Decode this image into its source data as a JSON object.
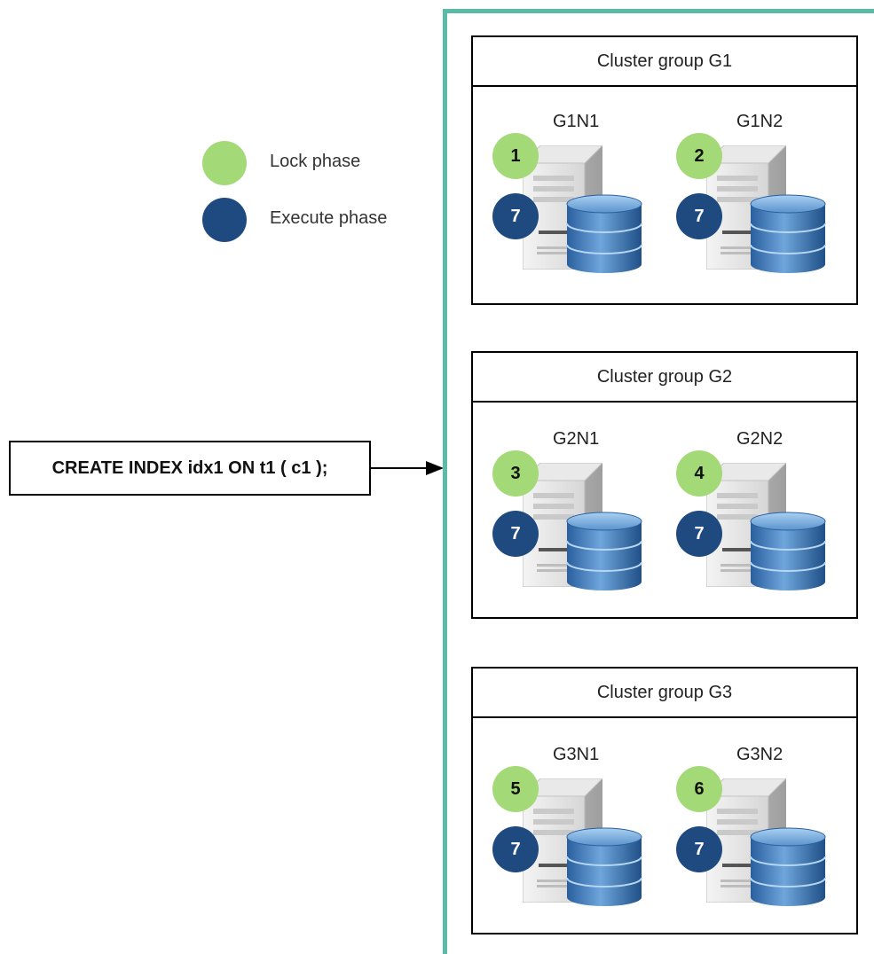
{
  "legend": {
    "items": [
      {
        "label": "Lock phase",
        "color": "#a3d977"
      },
      {
        "label": "Execute phase",
        "color": "#1e4a80"
      }
    ]
  },
  "command": {
    "text": "CREATE INDEX idx1 ON t1 ( c1 );"
  },
  "colors": {
    "container_border": "#5bbba6",
    "lock": "#a3d977",
    "execute": "#1e4a80"
  },
  "groups": [
    {
      "title": "Cluster group G1",
      "nodes": [
        {
          "name": "G1N1",
          "lock_step": "1",
          "execute_step": "7"
        },
        {
          "name": "G1N2",
          "lock_step": "2",
          "execute_step": "7"
        }
      ]
    },
    {
      "title": "Cluster group G2",
      "nodes": [
        {
          "name": "G2N1",
          "lock_step": "3",
          "execute_step": "7"
        },
        {
          "name": "G2N2",
          "lock_step": "4",
          "execute_step": "7"
        }
      ]
    },
    {
      "title": "Cluster group G3",
      "nodes": [
        {
          "name": "G3N1",
          "lock_step": "5",
          "execute_step": "7"
        },
        {
          "name": "G3N2",
          "lock_step": "6",
          "execute_step": "7"
        }
      ]
    }
  ]
}
